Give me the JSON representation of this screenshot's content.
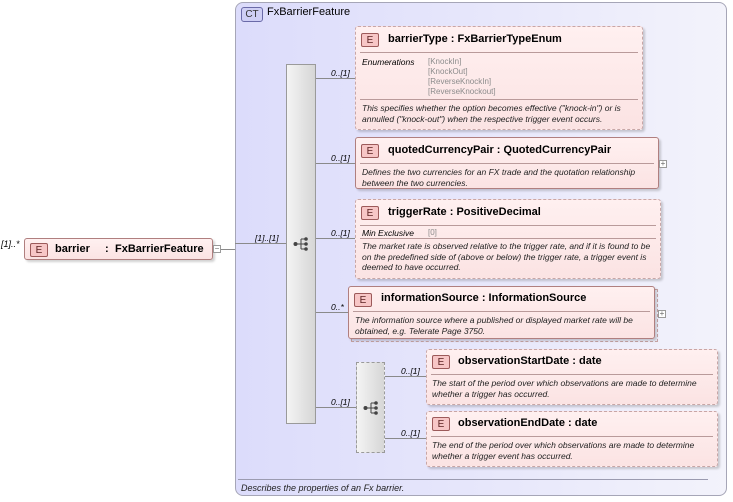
{
  "root": {
    "cardinality": "[1]..*",
    "badge": "E",
    "name": "barrier",
    "sep": ":",
    "type": "FxBarrierFeature"
  },
  "complex_type": {
    "badge": "CT",
    "title": "FxBarrierFeature",
    "documentation": "Describes the properties of an Fx barrier."
  },
  "sequence_cardinality": "[1]..[1]",
  "elements": [
    {
      "badge": "E",
      "title": "barrierType : FxBarrierTypeEnum",
      "cardinality": "0..[1]",
      "facet_label": "Enumerations",
      "facet_values": [
        "[KnockIn]",
        "[KnockOut]",
        "[ReverseKnockIn]",
        "[ReverseKnockout]"
      ],
      "doc": "This specifies whether the option becomes effective (\"knock-in\") or is annulled (\"knock-out\") when the respective trigger event occurs."
    },
    {
      "badge": "E",
      "title": "quotedCurrencyPair : QuotedCurrencyPair",
      "cardinality": "0..[1]",
      "doc": "Defines the two currencies for an FX trade and the quotation relationship between the two currencies."
    },
    {
      "badge": "E",
      "title": "triggerRate : PositiveDecimal",
      "cardinality": "0..[1]",
      "facet_label": "Min Exclusive",
      "facet_value": "[0]",
      "doc": "The market rate is observed relative to the trigger rate, and if it is found to be on the predefined side of (above or below) the trigger rate, a trigger event is deemed to have occurred."
    },
    {
      "badge": "E",
      "title": "informationSource : InformationSource",
      "cardinality": "0..*",
      "doc": "The information source where a published or displayed market rate will be obtained, e.g. Telerate Page 3750."
    }
  ],
  "nested_sequence_cardinality": "0..[1]",
  "nested_elements": [
    {
      "badge": "E",
      "title": "observationStartDate : date",
      "cardinality": "0..[1]",
      "doc": "The start of the period over which observations are made to determine whether a trigger has occurred."
    },
    {
      "badge": "E",
      "title": "observationEndDate : date",
      "cardinality": "0..[1]",
      "doc": "The end of the period over which observations are made to determine whether a trigger event has occurred."
    }
  ]
}
